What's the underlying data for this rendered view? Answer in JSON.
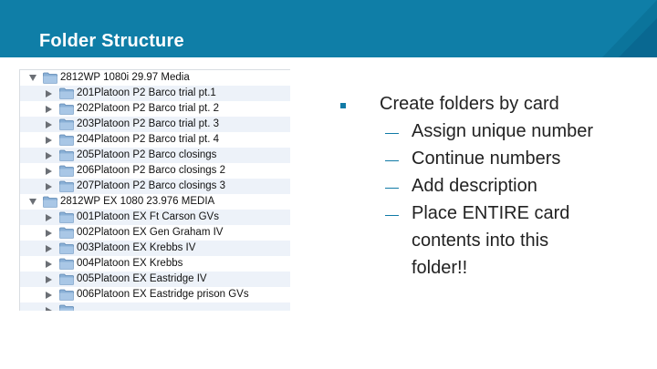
{
  "slide": {
    "title": "Folder Structure",
    "accent_color": "#0f7ea7"
  },
  "finder": {
    "rows": [
      {
        "level": 0,
        "disclosure": "open",
        "label": "2812WP 1080i 29.97 Media"
      },
      {
        "level": 1,
        "disclosure": "closed",
        "label": "201Platoon P2 Barco trial pt.1"
      },
      {
        "level": 1,
        "disclosure": "closed",
        "label": "202Platoon P2 Barco trial pt. 2"
      },
      {
        "level": 1,
        "disclosure": "closed",
        "label": "203Platoon P2 Barco trial pt. 3"
      },
      {
        "level": 1,
        "disclosure": "closed",
        "label": "204Platoon P2 Barco trial pt. 4"
      },
      {
        "level": 1,
        "disclosure": "closed",
        "label": "205Platoon P2 Barco closings"
      },
      {
        "level": 1,
        "disclosure": "closed",
        "label": "206Platoon P2 Barco closings 2"
      },
      {
        "level": 1,
        "disclosure": "closed",
        "label": "207Platoon P2 Barco closings 3"
      },
      {
        "level": 0,
        "disclosure": "open",
        "label": "2812WP EX 1080 23.976 MEDIA"
      },
      {
        "level": 1,
        "disclosure": "closed",
        "label": "001Platoon EX Ft Carson GVs"
      },
      {
        "level": 1,
        "disclosure": "closed",
        "label": "002Platoon EX Gen Graham IV"
      },
      {
        "level": 1,
        "disclosure": "closed",
        "label": "003Platoon EX Krebbs IV"
      },
      {
        "level": 1,
        "disclosure": "closed",
        "label": "004Platoon EX Krebbs"
      },
      {
        "level": 1,
        "disclosure": "closed",
        "label": "005Platoon EX Eastridge IV"
      },
      {
        "level": 1,
        "disclosure": "closed",
        "label": "006Platoon EX Eastridge prison GVs"
      },
      {
        "level": 1,
        "disclosure": "closed",
        "label": ""
      }
    ]
  },
  "bullets": {
    "main": "Create folders by card",
    "subs": [
      "Assign unique number",
      "Continue numbers",
      "Add description",
      "Place ENTIRE card"
    ],
    "continuation": [
      "contents into this",
      "folder!!"
    ]
  }
}
